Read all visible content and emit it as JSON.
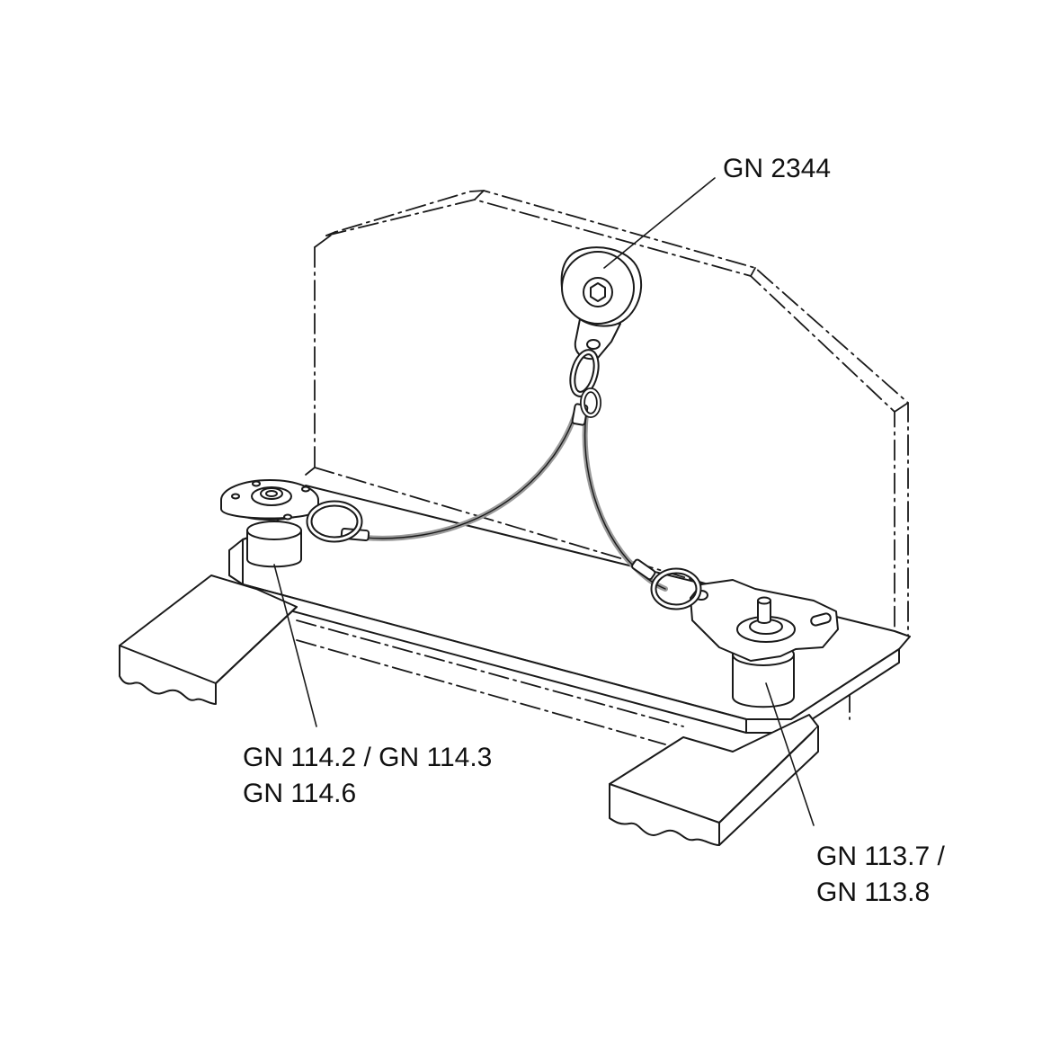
{
  "labels": {
    "gn2344": "GN 2344",
    "gn114_line1": "GN 114.2 / GN 114.3",
    "gn114_line2": "GN 114.6",
    "gn113_line1": "GN 113.7 /",
    "gn113_line2": "GN 113.8"
  },
  "colors": {
    "line": "#1a1a1a",
    "cable": "#9a9a9a",
    "fill": "#ffffff",
    "text": "#111111"
  }
}
